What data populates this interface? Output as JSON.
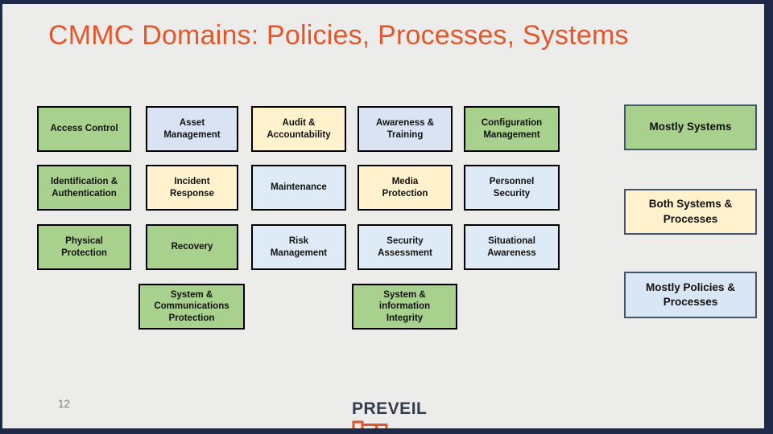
{
  "slide": {
    "title": "CMMC Domains: Policies, Processes, Systems",
    "page_number": "12",
    "footer_logo": {
      "text": "PREVEIL",
      "icon": "key-icon"
    }
  },
  "colors": {
    "background": "#ECECEA",
    "slide_border": "#1F2A4B",
    "title_orange": "#E2572B",
    "logo_orange": "#E0562A",
    "logo_text": "#333B4C",
    "page_number_gray": "#7F7F7F",
    "domain_box_border": "#000000",
    "legend_box_border": "#44546A",
    "green_mostly_systems": "#A9D18E",
    "cream_both": "#FFF2CC",
    "blue_gray": "#DAE3F3",
    "blue_light": "#DEEBF7",
    "blue_legend": "#D9E6F4"
  },
  "domains": {
    "items": [
      {
        "label": "Access Control",
        "fill": "#A9D18E",
        "category": "mostly-systems"
      },
      {
        "label": "Asset\nManagement",
        "fill": "#DAE3F3",
        "category": "mostly-policies-processes"
      },
      {
        "label": "Audit &\nAccountability",
        "fill": "#FFF2CC",
        "category": "both-systems-processes"
      },
      {
        "label": "Awareness &\nTraining",
        "fill": "#DAE3F3",
        "category": "mostly-policies-processes"
      },
      {
        "label": "Configuration\nManagement",
        "fill": "#A9D18E",
        "category": "mostly-systems"
      },
      {
        "label": "Identification &\nAuthentication",
        "fill": "#A9D18E",
        "category": "mostly-systems"
      },
      {
        "label": "Incident\nResponse",
        "fill": "#FFF2CC",
        "category": "both-systems-processes"
      },
      {
        "label": "Maintenance",
        "fill": "#DEEBF7",
        "category": "mostly-policies-processes"
      },
      {
        "label": "Media\nProtection",
        "fill": "#FFF2CC",
        "category": "both-systems-processes"
      },
      {
        "label": "Personnel\nSecurity",
        "fill": "#DEEBF7",
        "category": "mostly-policies-processes"
      },
      {
        "label": "Physical\nProtection",
        "fill": "#A9D18E",
        "category": "mostly-systems"
      },
      {
        "label": "Recovery",
        "fill": "#A9D18E",
        "category": "mostly-systems"
      },
      {
        "label": "Risk\nManagement",
        "fill": "#DEEBF7",
        "category": "mostly-policies-processes"
      },
      {
        "label": "Security\nAssessment",
        "fill": "#DEEBF7",
        "category": "mostly-policies-processes"
      },
      {
        "label": "Situational\nAwareness",
        "fill": "#DEEBF7",
        "category": "mostly-policies-processes"
      },
      {
        "label": "System &\nCommunications\nProtection",
        "fill": "#A9D18E",
        "category": "mostly-systems"
      },
      {
        "label": "System &\ninformation\nIntegrity",
        "fill": "#A9D18E",
        "category": "mostly-systems"
      }
    ]
  },
  "legend": {
    "items": [
      {
        "label": "Mostly Systems",
        "fill": "#A9D18E"
      },
      {
        "label": "Both Systems &\nProcesses",
        "fill": "#FFF2CC"
      },
      {
        "label": "Mostly Policies &\nProcesses",
        "fill": "#D9E6F4"
      }
    ]
  }
}
